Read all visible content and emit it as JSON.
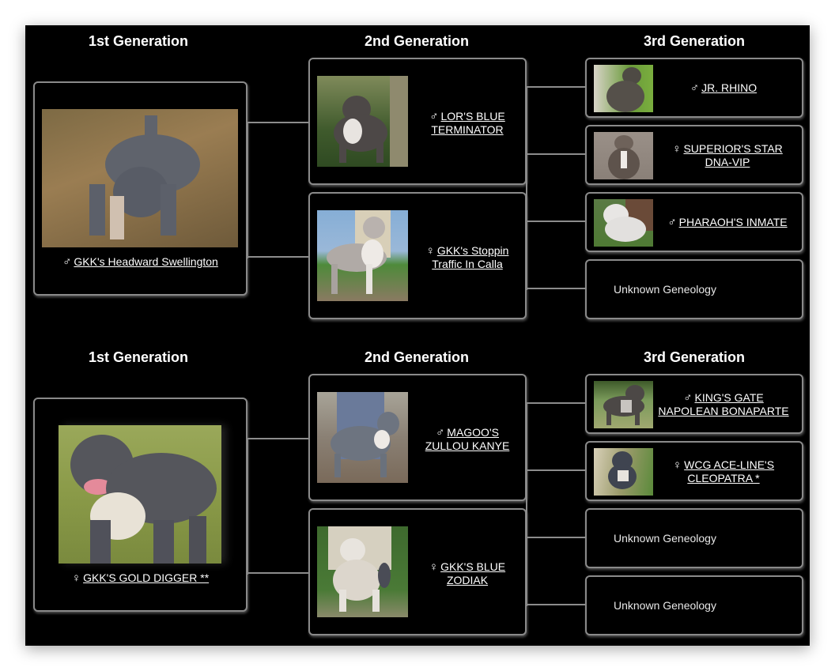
{
  "pedigrees": [
    {
      "headers": {
        "gen1": "1st Generation",
        "gen2": "2nd Generation",
        "gen3": "3rd Generation"
      },
      "gen1": {
        "sex": "♂",
        "sex_icon": "male-icon",
        "name": "GKK's Headward Swellington",
        "photo_colors": [
          "#8a6e48",
          "#5f636c"
        ]
      },
      "gen2": [
        {
          "sex": "♂",
          "sex_icon": "male-icon",
          "name": "LOR'S BLUE TERMINATOR",
          "photo_colors": [
            "#3f5a2c",
            "#4d4847"
          ]
        },
        {
          "sex": "♀",
          "sex_icon": "female-icon",
          "name": "GKK's Stoppin Traffic In Calla",
          "photo_colors": [
            "#86aed6",
            "#b9b2ae"
          ]
        }
      ],
      "gen3": [
        {
          "sex": "♂",
          "sex_icon": "male-icon",
          "name": "JR. RHINO",
          "known": true,
          "photo_colors": [
            "#6a9a3a",
            "#4e4a44"
          ]
        },
        {
          "sex": "♀",
          "sex_icon": "female-icon",
          "name": "SUPERIOR'S STAR DNA-VIP",
          "known": true,
          "photo_colors": [
            "#8a8078",
            "#5e534c"
          ]
        },
        {
          "sex": "♂",
          "sex_icon": "male-icon",
          "name": "PHARAOH'S INMATE",
          "known": true,
          "photo_colors": [
            "#4f7a34",
            "#e8e6e4"
          ]
        },
        {
          "known": false,
          "label": "Unknown Geneology"
        }
      ]
    },
    {
      "headers": {
        "gen1": "1st Generation",
        "gen2": "2nd Generation",
        "gen3": "3rd Generation"
      },
      "gen1": {
        "sex": "♀",
        "sex_icon": "female-icon",
        "name": "GKK'S GOLD DIGGER **",
        "photo_colors": [
          "#8a9a48",
          "#55565c"
        ]
      },
      "gen2": [
        {
          "sex": "♂",
          "sex_icon": "male-icon",
          "name": "MAGOO'S ZULLOU KANYE",
          "photo_colors": [
            "#7a6a5a",
            "#6d7480"
          ]
        },
        {
          "sex": "♀",
          "sex_icon": "female-icon",
          "name": "GKK'S BLUE ZODIAK",
          "photo_colors": [
            "#3e6a2e",
            "#dcd6cc"
          ]
        }
      ],
      "gen3": [
        {
          "sex": "♂",
          "sex_icon": "male-icon",
          "name": "KING'S GATE NAPOLEAN BONAPARTE",
          "known": true,
          "photo_colors": [
            "#5a7a3a",
            "#4c4846"
          ]
        },
        {
          "sex": "♀",
          "sex_icon": "female-icon",
          "name": "WCG ACE-LINE'S CLEOPATRA *",
          "known": true,
          "photo_colors": [
            "#9a9a6a",
            "#3f4450"
          ]
        },
        {
          "known": false,
          "label": "Unknown Geneology"
        },
        {
          "known": false,
          "label": "Unknown Geneology"
        }
      ]
    }
  ]
}
